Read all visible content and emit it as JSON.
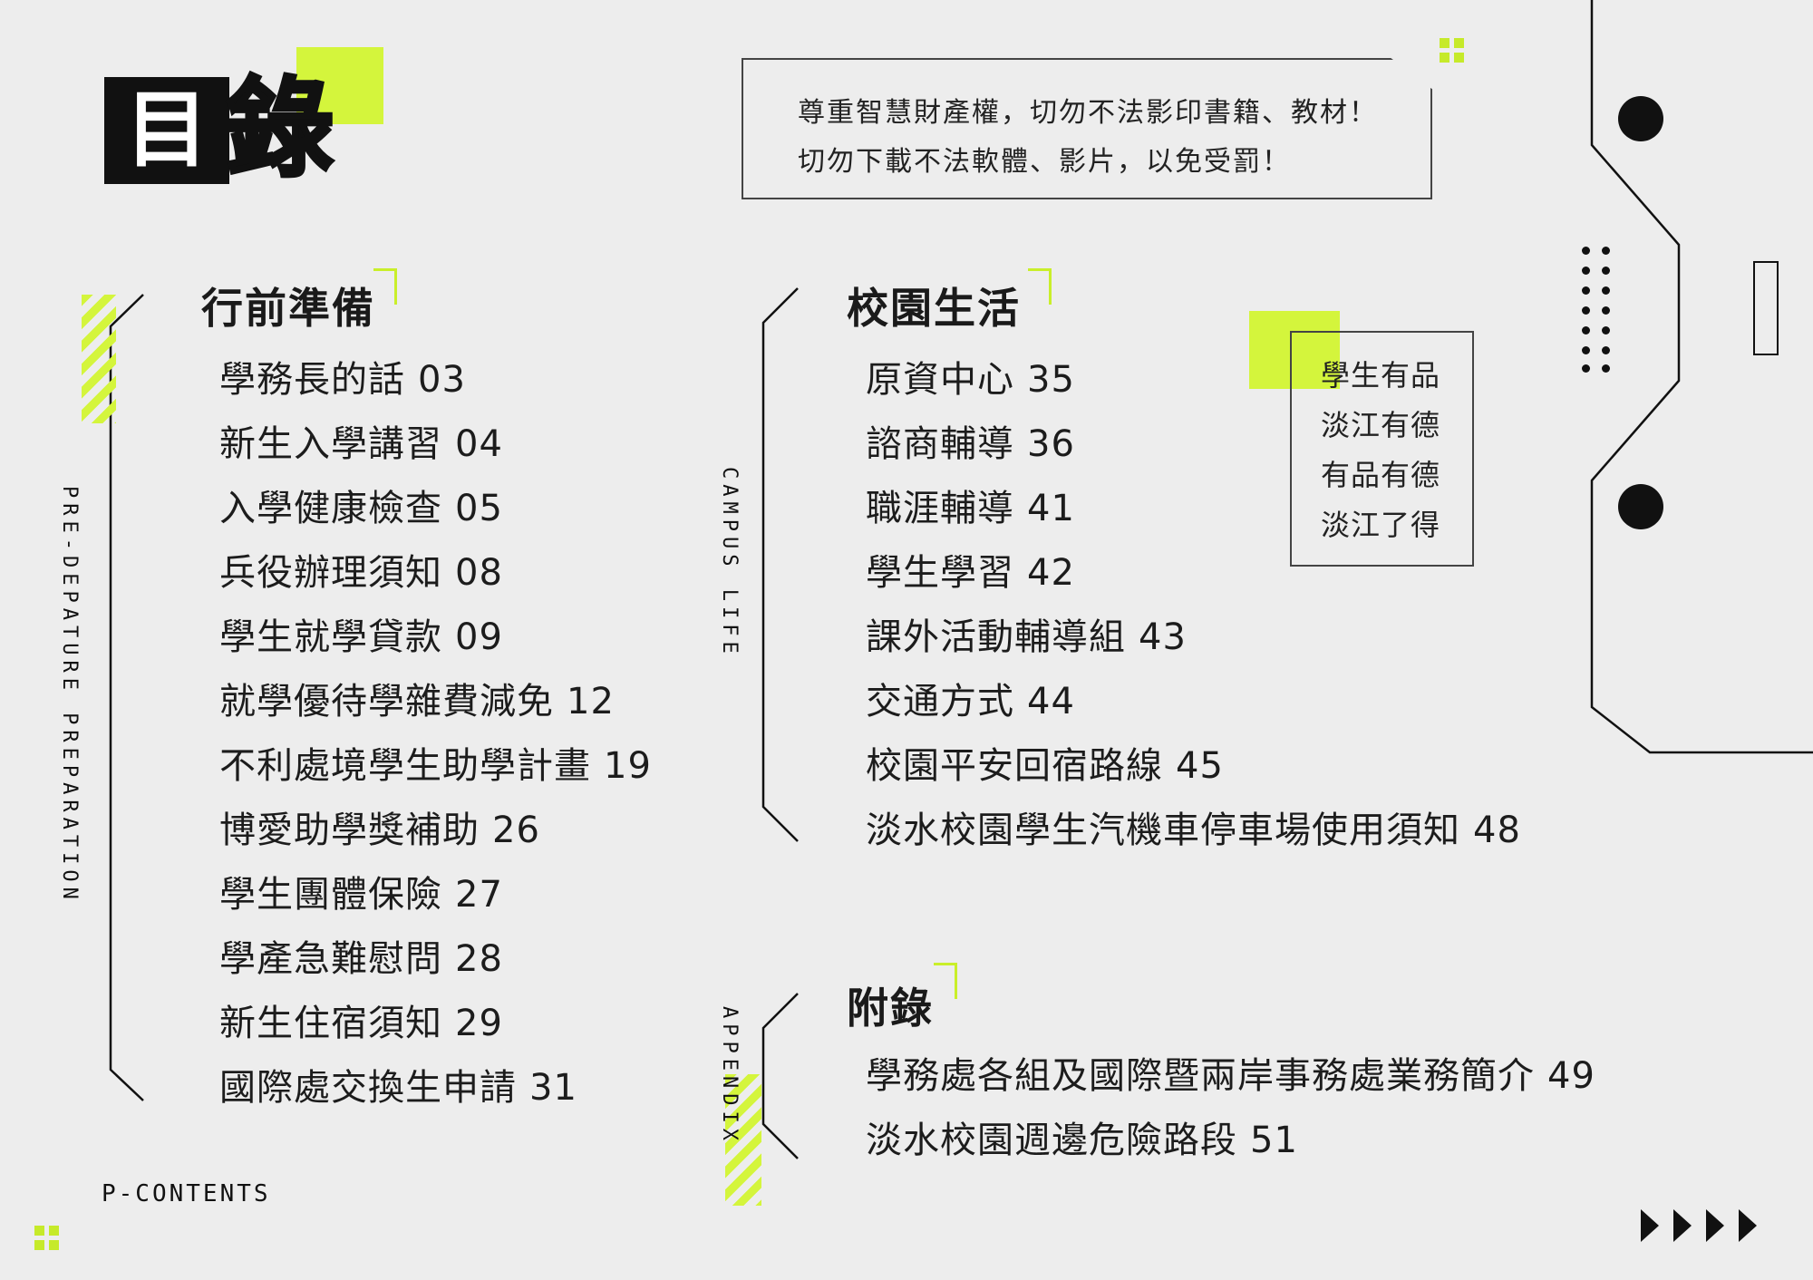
{
  "title": {
    "char1": "目",
    "char2": "錄"
  },
  "notice": {
    "line1": "尊重智慧財產權，切勿不法影印書籍、教材！",
    "line2": "切勿下載不法軟體、影片，以免受罰！"
  },
  "sections": {
    "pre": {
      "title": "行前準備",
      "vertical_label": "PRE-DEPATURE PREPARATION",
      "items": [
        {
          "label": "學務長的話",
          "page": "03"
        },
        {
          "label": "新生入學講習",
          "page": "04"
        },
        {
          "label": "入學健康檢查",
          "page": "05"
        },
        {
          "label": "兵役辦理須知",
          "page": "08"
        },
        {
          "label": "學生就學貸款",
          "page": "09"
        },
        {
          "label": "就學優待學雜費減免",
          "page": "12"
        },
        {
          "label": "不利處境學生助學計畫",
          "page": "19"
        },
        {
          "label": "博愛助學獎補助",
          "page": "26"
        },
        {
          "label": "學生團體保險",
          "page": "27"
        },
        {
          "label": "學產急難慰問",
          "page": "28"
        },
        {
          "label": "新生住宿須知",
          "page": "29"
        },
        {
          "label": "國際處交換生申請",
          "page": "31"
        }
      ]
    },
    "campus": {
      "title": "校園生活",
      "vertical_label": "CAMPUS LIFE",
      "items": [
        {
          "label": "原資中心",
          "page": "35"
        },
        {
          "label": "諮商輔導",
          "page": "36"
        },
        {
          "label": "職涯輔導",
          "page": "41"
        },
        {
          "label": "學生學習",
          "page": "42"
        },
        {
          "label": "課外活動輔導組",
          "page": "43"
        },
        {
          "label": "交通方式",
          "page": "44"
        },
        {
          "label": "校園平安回宿路線",
          "page": "45"
        },
        {
          "label": "淡水校園學生汽機車停車場使用須知",
          "page": "48"
        }
      ]
    },
    "appendix": {
      "title": "附錄",
      "vertical_label": "APPENDIX",
      "items": [
        {
          "label": "學務處各組及國際暨兩岸事務處業務簡介",
          "page": "49"
        },
        {
          "label": "淡水校園週邊危險路段",
          "page": "51"
        }
      ]
    }
  },
  "motto": [
    "學生有品",
    "淡江有德",
    "有品有德",
    "淡江了得"
  ],
  "footer": {
    "label": "P-CONTENTS"
  },
  "colors": {
    "accent": "#d4f53c",
    "ink": "#111111",
    "background": "#ededed"
  },
  "icons": [
    "arrow-right-icon",
    "square-grid-icon",
    "dot-grid-icon"
  ]
}
